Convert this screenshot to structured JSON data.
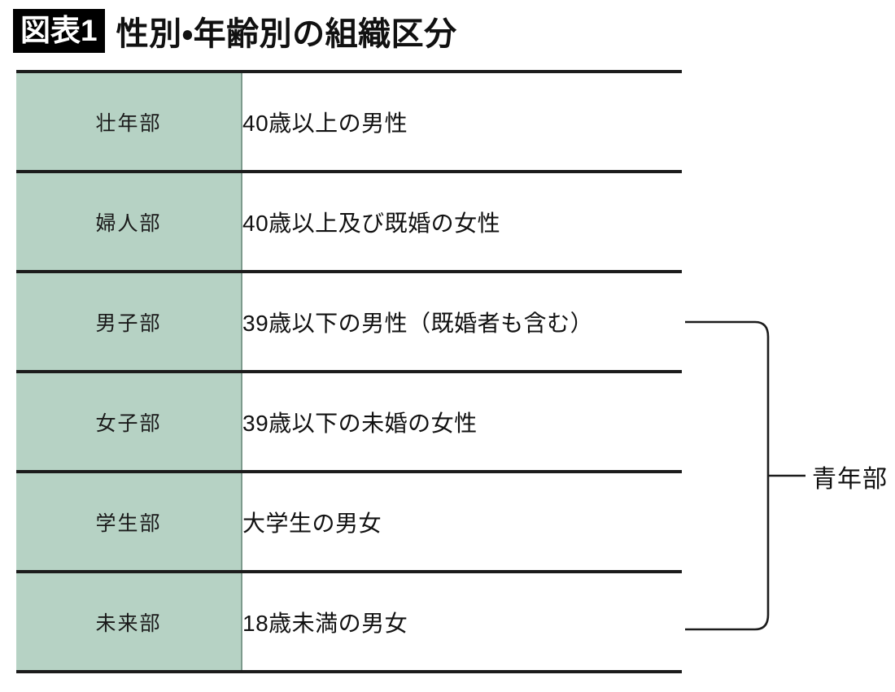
{
  "title": {
    "badge": "図表1",
    "text": "性別・年齢別の組織区分"
  },
  "table": {
    "rows": [
      {
        "dept": "壮年部",
        "desc": "40歳以上の男性"
      },
      {
        "dept": "婦人部",
        "desc": "40歳以上及び既婚の女性"
      },
      {
        "dept": "男子部",
        "desc": "39歳以下の男性（既婚者も含む）"
      },
      {
        "dept": "女子部",
        "desc": "39歳以下の未婚の女性"
      },
      {
        "dept": "学生部",
        "desc": "大学生の男女"
      },
      {
        "dept": "未来部",
        "desc": "18歳未満の男女"
      }
    ]
  },
  "bracket": {
    "label": "青年部",
    "spans_rows": [
      "男子部",
      "女子部",
      "学生部",
      "未来部"
    ]
  },
  "colors": {
    "dept_cell_fill": "#b6d2c4",
    "rule": "#1c1c1c",
    "badge_bg": "#000000",
    "badge_fg": "#ffffff",
    "text": "#111111"
  }
}
